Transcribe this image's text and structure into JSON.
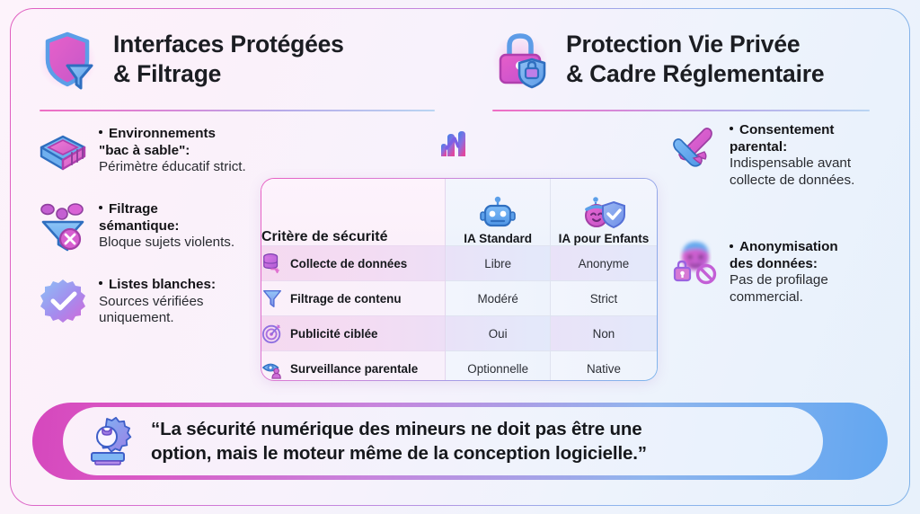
{
  "card": {
    "border_gradient_from": "#e05fc0",
    "border_gradient_to": "#7fb2e8",
    "background": "#f7f1fb"
  },
  "left_panel": {
    "icon": "shield-funnel-icon",
    "title_line1": "Interfaces Protégées",
    "title_line2": "& Filtrage",
    "items": [
      {
        "icon": "sandbox-icon",
        "heading_line1": "Environnements",
        "heading_line2": "\"bac à sable\":",
        "detail": "Périmètre éducatif strict."
      },
      {
        "icon": "semantic-filter-icon",
        "heading_line1": "Filtrage",
        "heading_line2": "sémantique:",
        "detail": "Bloque sujets violents."
      },
      {
        "icon": "whitelist-check-badge-icon",
        "heading_line1": "Listes blanches:",
        "heading_line2": "",
        "detail": "Sources vérifiées uniquement."
      }
    ]
  },
  "right_panel": {
    "icon": "padlock-shield-icon",
    "title_line1": "Protection Vie Privée",
    "title_line2": "& Cadre Réglementaire",
    "items": [
      {
        "icon": "parental-consent-hands-icon",
        "heading_line1": "Consentement",
        "heading_line2": "parental:",
        "detail": "Indispensable avant collecte de données."
      },
      {
        "icon": "anonymisation-face-lock-icon",
        "heading_line1": "Anonymisation",
        "heading_line2": "des données:",
        "detail": "Pas de profilage commercial."
      }
    ]
  },
  "decor": {
    "chart_icon": "analytics-chart-icon"
  },
  "table": {
    "columns": [
      {
        "label": "Critère de sécurité",
        "icon": ""
      },
      {
        "label": "IA Standard",
        "icon": "robot-icon"
      },
      {
        "label": "IA pour Enfants",
        "icon": "child-robot-shield-icon"
      }
    ],
    "rows": [
      {
        "icon": "database-icon",
        "criterion": "Collecte de données",
        "standard": "Libre",
        "kids": "Anonyme"
      },
      {
        "icon": "funnel-icon",
        "criterion": "Filtrage de contenu",
        "standard": "Modéré",
        "kids": "Strict"
      },
      {
        "icon": "target-icon",
        "criterion": "Publicité ciblée",
        "standard": "Oui",
        "kids": "Non"
      },
      {
        "icon": "parental-eye-icon",
        "criterion": "Surveillance parentale",
        "standard": "Optionnelle",
        "kids": "Native"
      }
    ]
  },
  "banner": {
    "icon": "gear-wrench-icon",
    "quote_line1": "“La sécurité numérique des mineurs ne doit pas être une",
    "quote_line2": "option, mais le moteur même de la conception logicielle.”"
  }
}
